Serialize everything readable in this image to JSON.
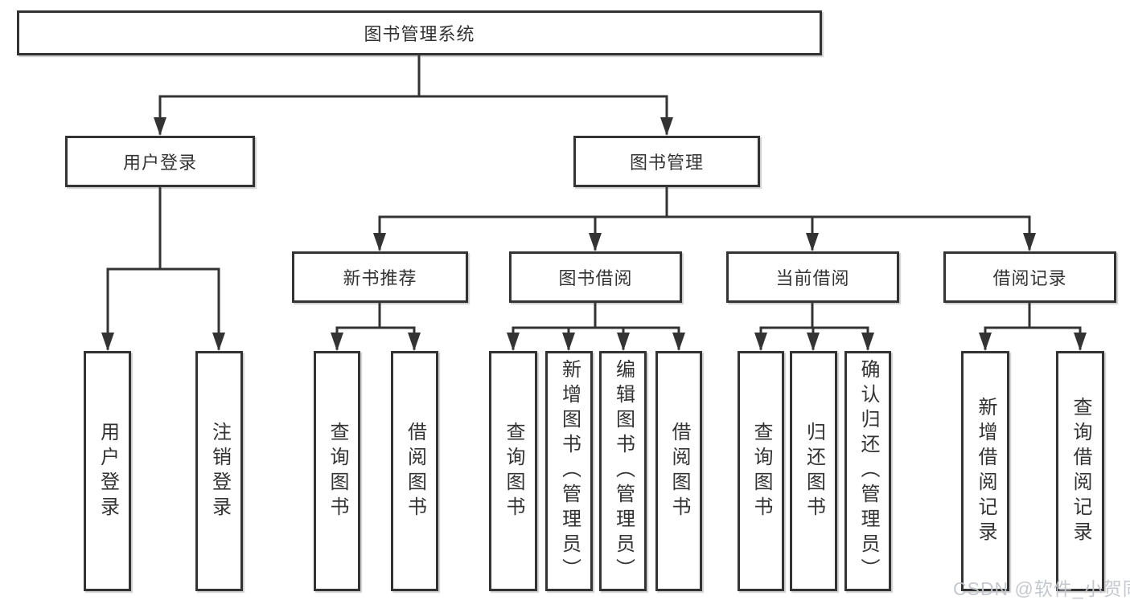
{
  "diagram": {
    "root": {
      "label": "图书管理系统"
    },
    "level2": [
      {
        "label": "用户登录"
      },
      {
        "label": "图书管理"
      }
    ],
    "level3": [
      {
        "label": "新书推荐"
      },
      {
        "label": "图书借阅"
      },
      {
        "label": "当前借阅"
      },
      {
        "label": "借阅记录"
      }
    ],
    "leaves": {
      "user_login": [
        "用户登录",
        "注销登录"
      ],
      "new_book_recommend": [
        "查询图书",
        "借阅图书"
      ],
      "book_borrow": [
        "查询图书",
        "新增图书（管理员）",
        "编辑图书（管理员）",
        "借阅图书"
      ],
      "current_borrow": [
        "查询图书",
        "归还图书",
        "确认归还（管理员）"
      ],
      "borrow_record": [
        "新增借阅记录",
        "查询借阅记录"
      ]
    }
  },
  "watermark": {
    "text": "CSDN @软件_小贺同学",
    "color": "#c2c6cc"
  },
  "colors": {
    "line": "#333333",
    "box_background": "#ffffff",
    "text": "#333333"
  }
}
